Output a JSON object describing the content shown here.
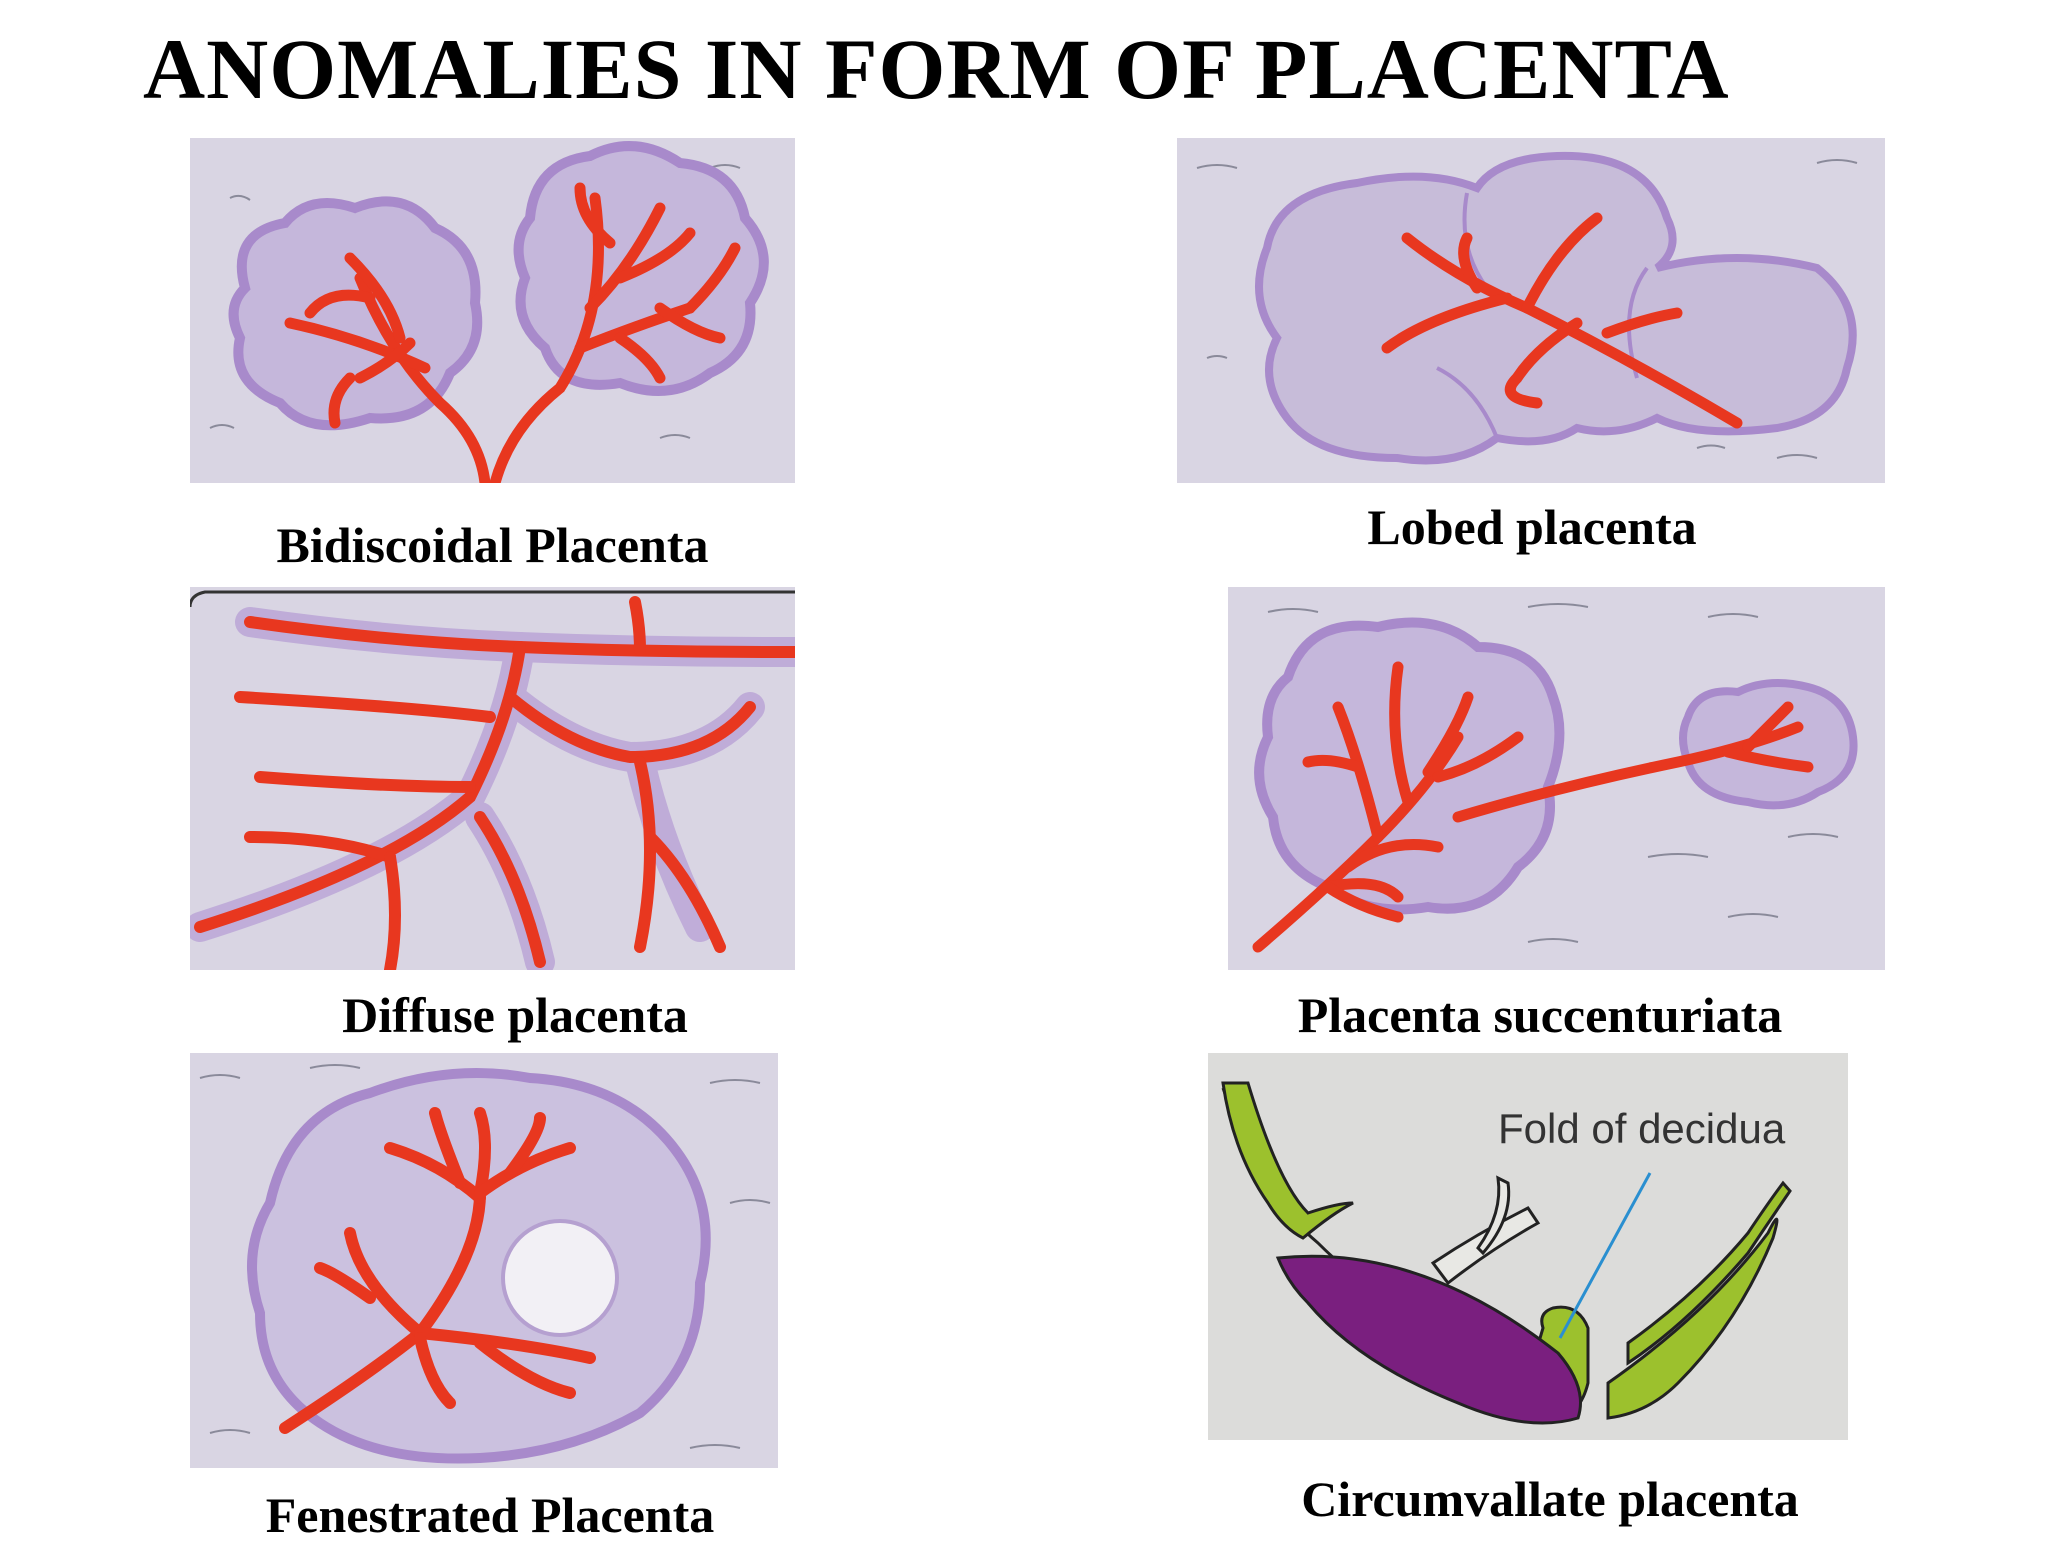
{
  "slide": {
    "title": "ANOMALIES IN FORM OF PLACENTA"
  },
  "panels": [
    {
      "caption": "Bidiscoidal Placenta"
    },
    {
      "caption": "Lobed placenta"
    },
    {
      "caption": "Diffuse placenta"
    },
    {
      "caption": "Placenta succenturiata"
    },
    {
      "caption": "Fenestrated Placenta"
    },
    {
      "caption": "Circumvallate placenta",
      "label": "Fold of decidua"
    }
  ],
  "colors": {
    "paper": "#d9d5e3",
    "placenta": "#c7b5dc",
    "placenta_edge": "#9a78c2",
    "vessel": "#e8371f",
    "decidua_green": "#9cc12d",
    "placenta_purple": "#7a1f7f",
    "pointer_line": "#2a8fd0",
    "diagram_bg": "#dcdcda"
  }
}
